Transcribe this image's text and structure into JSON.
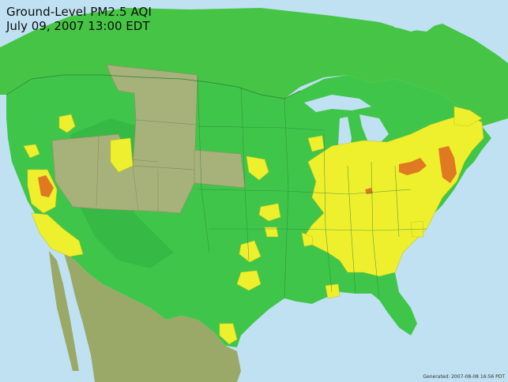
{
  "map": {
    "title": "Ground-Level PM2.5 AQI",
    "subtitle": "July 09, 2007 13:00 EDT",
    "generated_label": "Generated: 2007-08-08 16:56 PDT"
  },
  "colors": {
    "water": "#bfe1f2",
    "aqi_good": "#39c83a",
    "aqi_moderate": "#eef02e",
    "aqi_usg": "#e07a22",
    "no_data": "#a7b27b",
    "mexico_canada_shade": "#9aa968"
  }
}
